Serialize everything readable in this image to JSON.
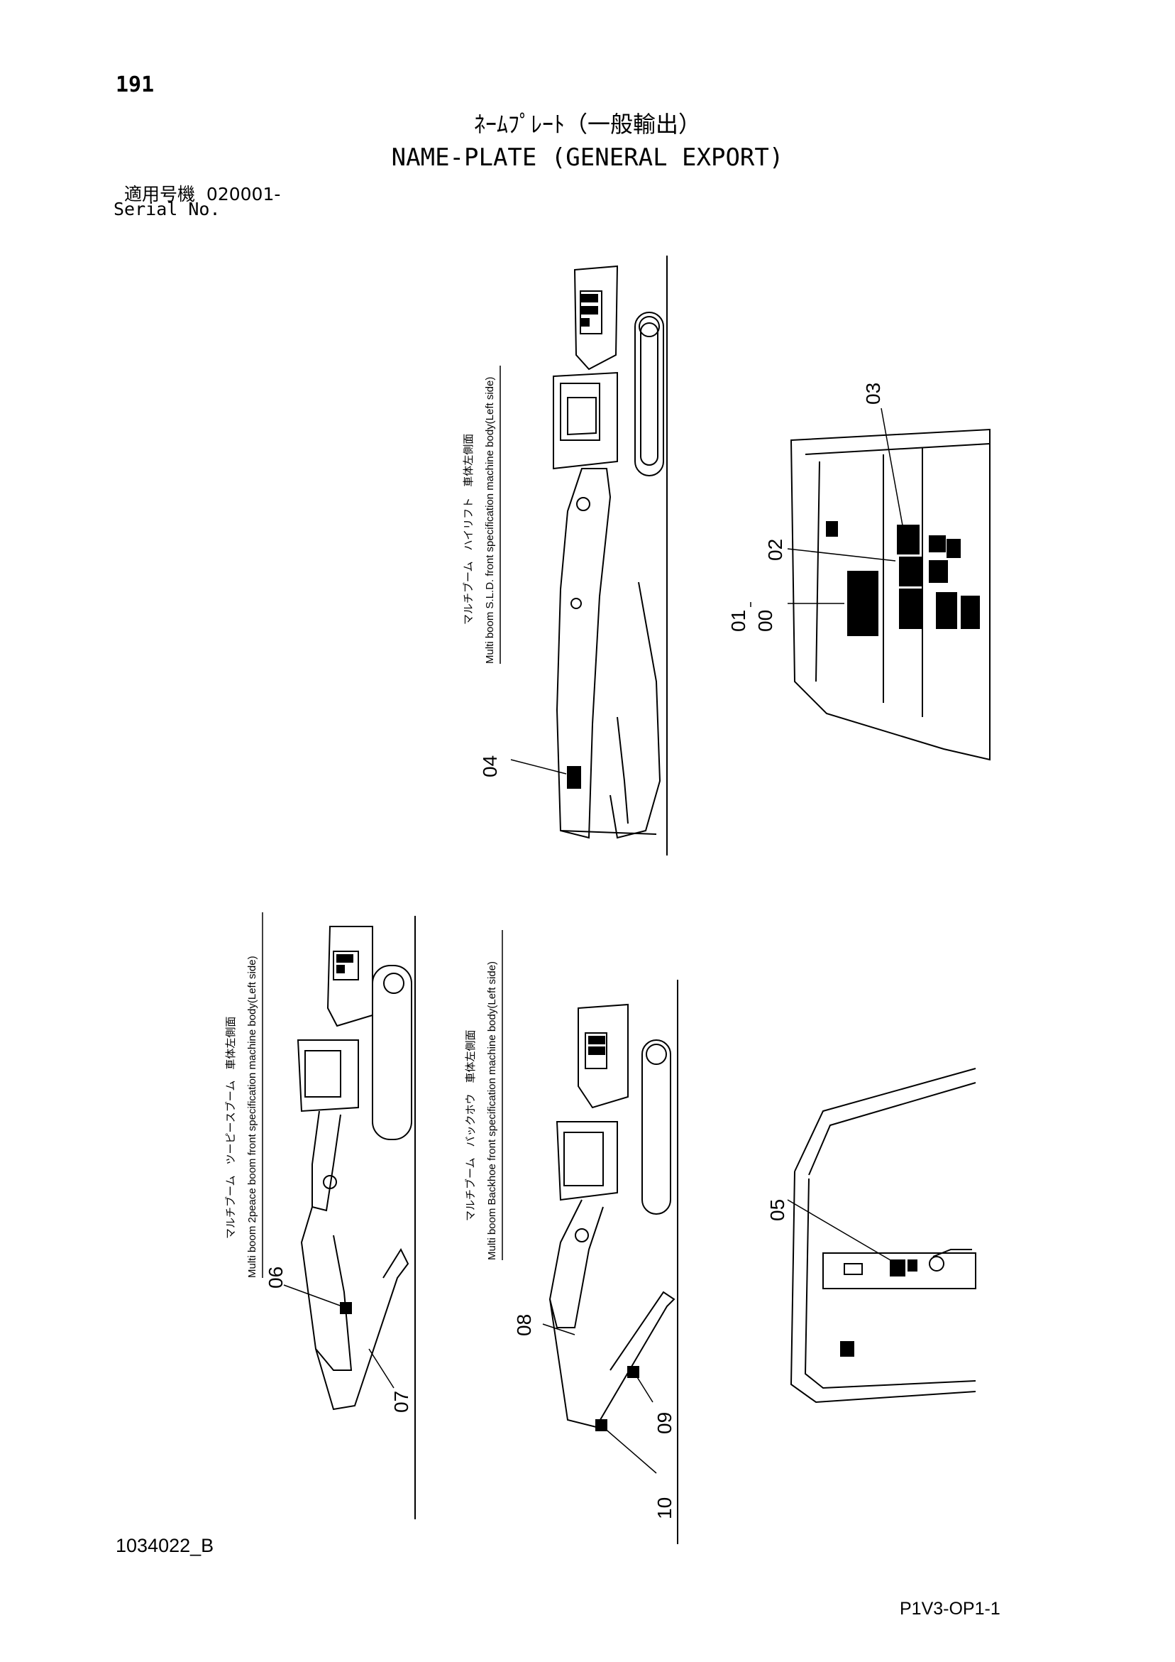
{
  "page_number": "191",
  "title_jp": "ﾈｰﾑﾌﾟﾚｰﾄ（一般輸出）",
  "title_en": "NAME-PLATE (GENERAL EXPORT)",
  "serial_label_jp": "適用号機",
  "serial_value": "020001-",
  "serial_label_en": "Serial No.",
  "views": [
    {
      "caption_jp": "マルチブーム　ハイリフト　車体左側面",
      "caption_en": "Multi boom S.L.D. front specification machine body(Left side)"
    },
    {
      "caption_jp": "マルチブーム　ツーピースブーム　車体左側面",
      "caption_en": "Multi boom 2peace boom front specification machine body(Left side)"
    },
    {
      "caption_jp": "マルチブーム　バックホウ　車体左側面",
      "caption_en": "Multi boom Backhoe front specification machine body(Left side)"
    }
  ],
  "callouts": [
    "01",
    "00",
    "02",
    "03",
    "04",
    "05",
    "06",
    "07",
    "08",
    "09",
    "10"
  ],
  "doc_id": "1034022_B",
  "page_ref": "P1V3-OP1-1"
}
